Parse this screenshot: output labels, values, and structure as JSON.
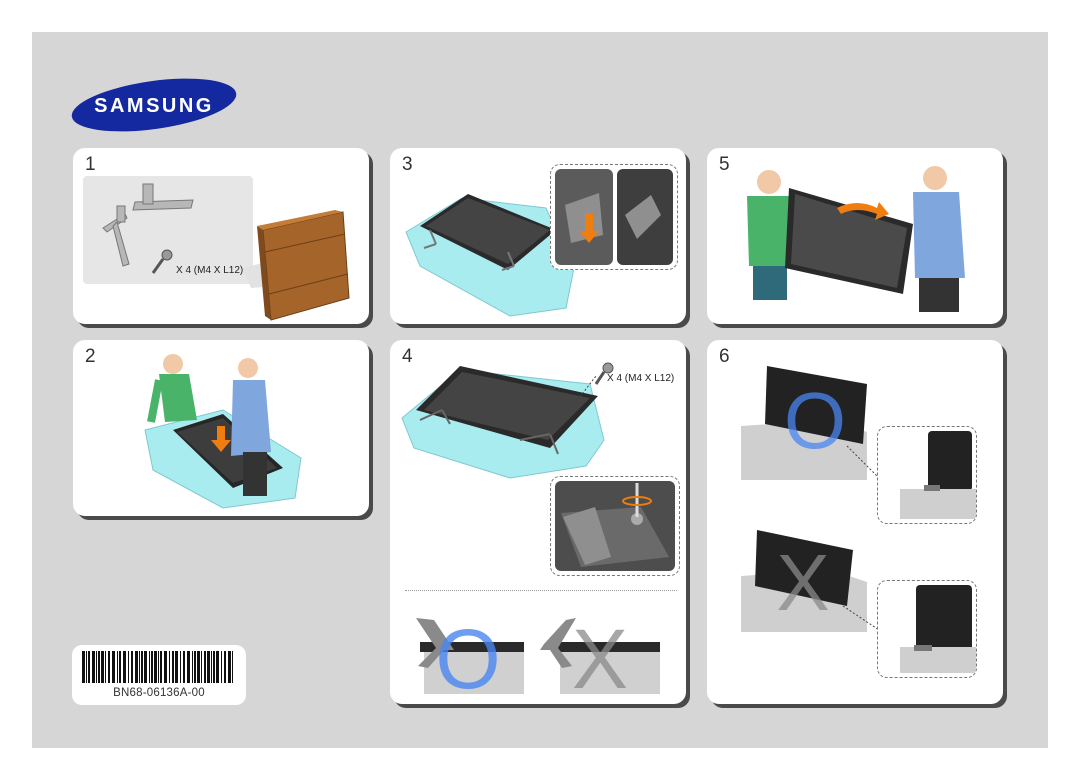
{
  "brand": {
    "logo_text": "SAMSUNG",
    "logo_color": "#1428a0"
  },
  "steps": [
    {
      "number": "1",
      "screw_label": "X 4 (M4 X L12)"
    },
    {
      "number": "2"
    },
    {
      "number": "3"
    },
    {
      "number": "4",
      "screw_label": "X 4 (M4 X L12)"
    },
    {
      "number": "5"
    },
    {
      "number": "6"
    }
  ],
  "marks": {
    "correct": "O",
    "incorrect": "X"
  },
  "colors": {
    "sheet_bg": "#d6d6d6",
    "panel_bg": "#ffffff",
    "foam": "#a9ecf0",
    "arrow": "#f07d10",
    "correct_mark": "#4a86f0",
    "incorrect_mark": "#8a8a8a",
    "shirt_green": "#49b36a",
    "shirt_blue": "#7fa6dd"
  },
  "icons": [
    "stand-icon",
    "screw-icon",
    "box-icon",
    "tv-icon",
    "person-icon",
    "arrow-icon"
  ],
  "barcode": {
    "code": "BN68-06136A-00"
  }
}
